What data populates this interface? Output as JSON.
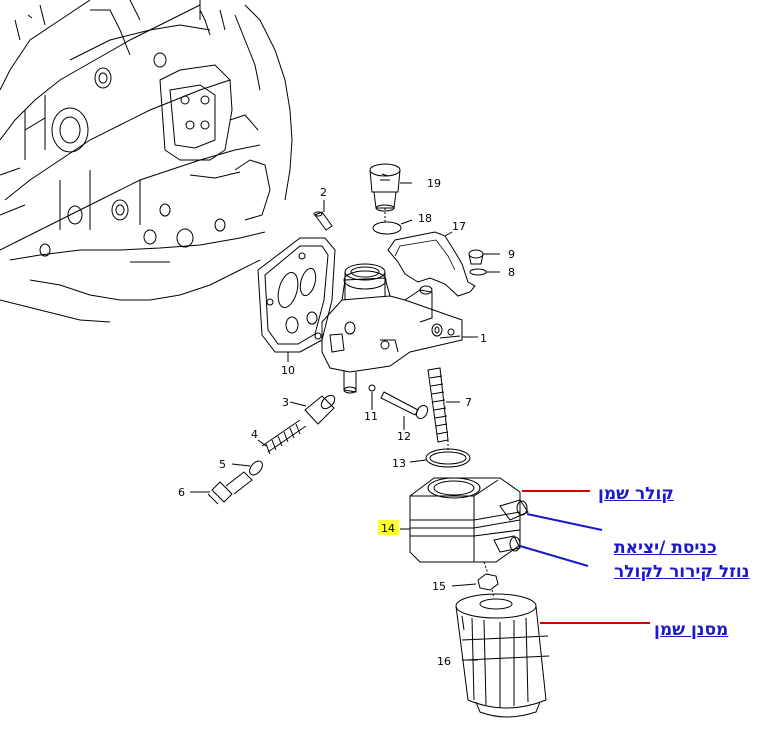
{
  "colors": {
    "line": "#000000",
    "callout_red": "#d40000",
    "callout_blue": "#1a1ac8",
    "highlight": "#ffff33"
  },
  "parts": {
    "p1": "1",
    "p2": "2",
    "p3": "3",
    "p4": "4",
    "p5": "5",
    "p6": "6",
    "p7": "7",
    "p8": "8",
    "p9": "9",
    "p10": "10",
    "p11": "11",
    "p12": "12",
    "p13": "13",
    "p14": "14",
    "p15": "15",
    "p16": "16",
    "p17": "17",
    "p18": "18",
    "p19": "19"
  },
  "annotations": {
    "oil_cooler": "קולר שמן",
    "coolant_line1": "כניסת /יציאת",
    "coolant_line2": "נוזל קירור לקולר",
    "oil_filter": "מסנן שמן"
  }
}
